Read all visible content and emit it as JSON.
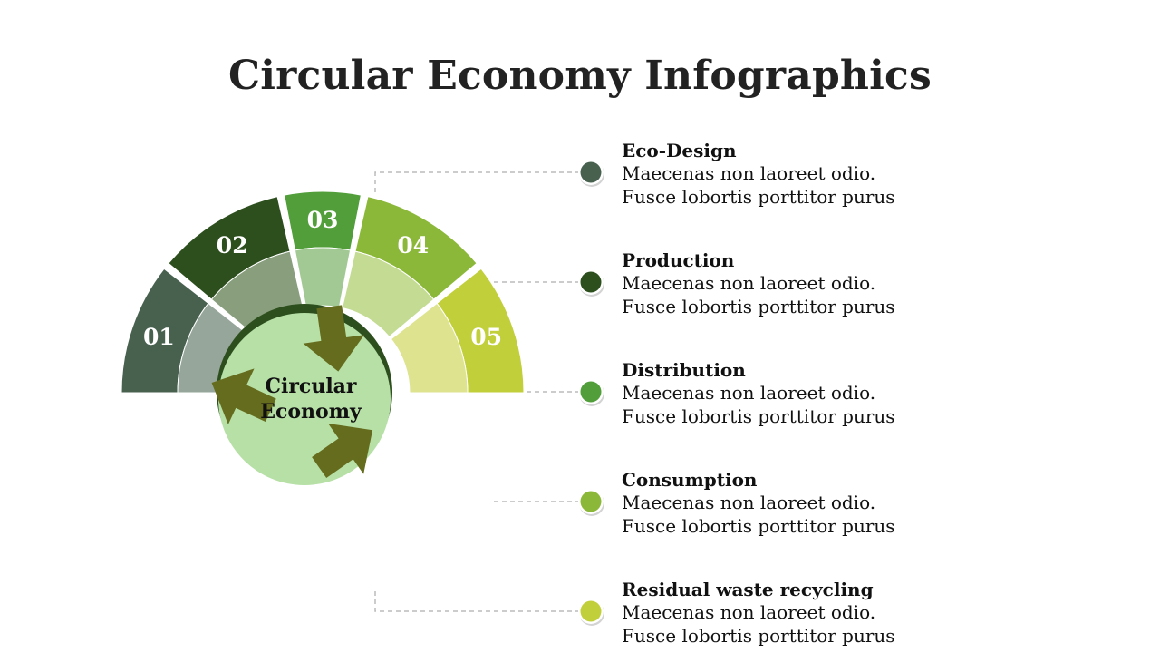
{
  "title": "Circular Economy Infographics",
  "center_label": [
    "Circular",
    "Economy"
  ],
  "segments": [
    {
      "number": "01",
      "title": "Eco-Design",
      "description": "Maecenas non laoreet odio. Fusce lobortis porttitor purus",
      "color": "#48614f",
      "inner_color": "#96a69a"
    },
    {
      "number": "02",
      "title": "Production",
      "description": "Maecenas non laoreet odio. Fusce lobortis porttitor purus",
      "color": "#2d4f1e",
      "inner_color": "#889e7d"
    },
    {
      "number": "03",
      "title": "Distribution",
      "description": "Maecenas non laoreet odio. Fusce lobortis porttitor purus",
      "color": "#519e3a",
      "inner_color": "#a2c993"
    },
    {
      "number": "04",
      "title": "Consumption",
      "description": "Maecenas non laoreet odio. Fusce lobortis porttitor purus",
      "color": "#8cb83a",
      "inner_color": "#c3db92"
    },
    {
      "number": "05",
      "title": "Residual waste recycling",
      "description": "Maecenas non laoreet odio. Fusce lobortis porttitor purus",
      "color": "#c1cf3a",
      "inner_color": "#dde38f"
    }
  ],
  "colors": {
    "hub_fill": "#b6e0a6",
    "hub_shadow": "#2d4f1e",
    "arrows": "#656c1e",
    "connector": "#bbbbbb"
  }
}
